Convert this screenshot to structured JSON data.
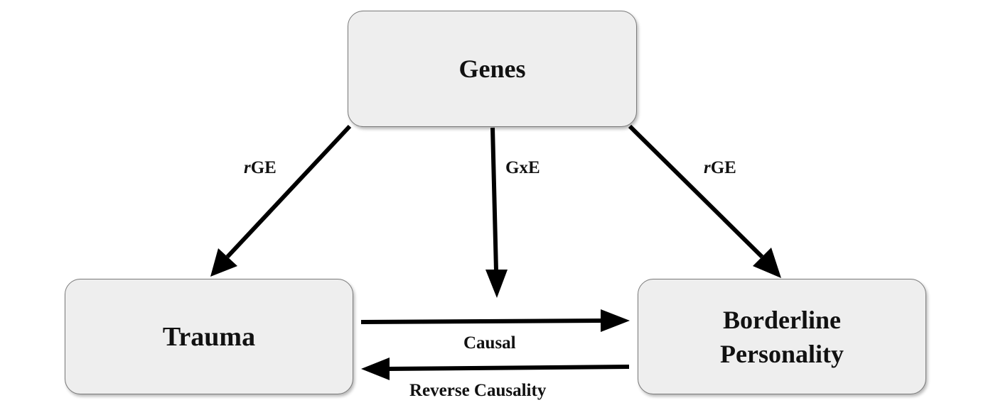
{
  "nodes": {
    "genes": "Genes",
    "trauma": "Trauma",
    "borderline_line1": "Borderline",
    "borderline_line2": "Personality"
  },
  "edges": {
    "rge_left_prefix": "r",
    "rge_left_suffix": "GE",
    "gxe": "GxE",
    "rge_right_prefix": "r",
    "rge_right_suffix": "GE",
    "causal": "Causal",
    "reverse_causality": "Reverse Causality"
  },
  "colors": {
    "node_fill": "#eeeeee",
    "node_border": "#7a7a7a",
    "arrow": "#000000",
    "text": "#111111"
  }
}
